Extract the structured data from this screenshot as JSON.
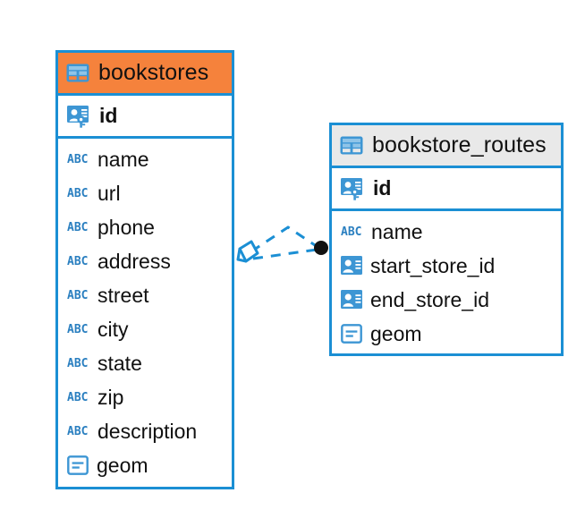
{
  "diagram": {
    "type": "entity-relationship-diagram",
    "background_color": "#ffffff",
    "accent_color": "#1b8fd4",
    "highlight_color": "#f5823c"
  },
  "entities": [
    {
      "id": "bookstores",
      "title": "bookstores",
      "header_style": "accent-orange",
      "header_icon": "table-icon",
      "primary_keys": [
        {
          "name": "id",
          "icon": "primary-key-icon"
        }
      ],
      "fields": [
        {
          "name": "name",
          "icon": "abc-text-icon"
        },
        {
          "name": "url",
          "icon": "abc-text-icon"
        },
        {
          "name": "phone",
          "icon": "abc-text-icon"
        },
        {
          "name": "address",
          "icon": "abc-text-icon"
        },
        {
          "name": "street",
          "icon": "abc-text-icon"
        },
        {
          "name": "city",
          "icon": "abc-text-icon"
        },
        {
          "name": "state",
          "icon": "abc-text-icon"
        },
        {
          "name": "zip",
          "icon": "abc-text-icon"
        },
        {
          "name": "description",
          "icon": "abc-text-icon"
        },
        {
          "name": "geom",
          "icon": "geometry-icon"
        }
      ]
    },
    {
      "id": "bookstore_routes",
      "title": "bookstore_routes",
      "header_style": "accent-gray",
      "header_icon": "table-icon",
      "primary_keys": [
        {
          "name": "id",
          "icon": "primary-key-icon"
        }
      ],
      "fields": [
        {
          "name": "name",
          "icon": "abc-text-icon"
        },
        {
          "name": "start_store_id",
          "icon": "foreign-key-icon"
        },
        {
          "name": "end_store_id",
          "icon": "foreign-key-icon"
        },
        {
          "name": "geom",
          "icon": "geometry-icon"
        }
      ]
    }
  ],
  "relationships": [
    {
      "from": "bookstores",
      "to": "bookstore_routes",
      "line_style": "dashed",
      "line_color": "#1b8fd4",
      "source_marker": "diamond-crowsfoot-marker",
      "target_marker": "filled-circle-marker"
    }
  ],
  "icon_labels": {
    "abc": "ABC"
  }
}
